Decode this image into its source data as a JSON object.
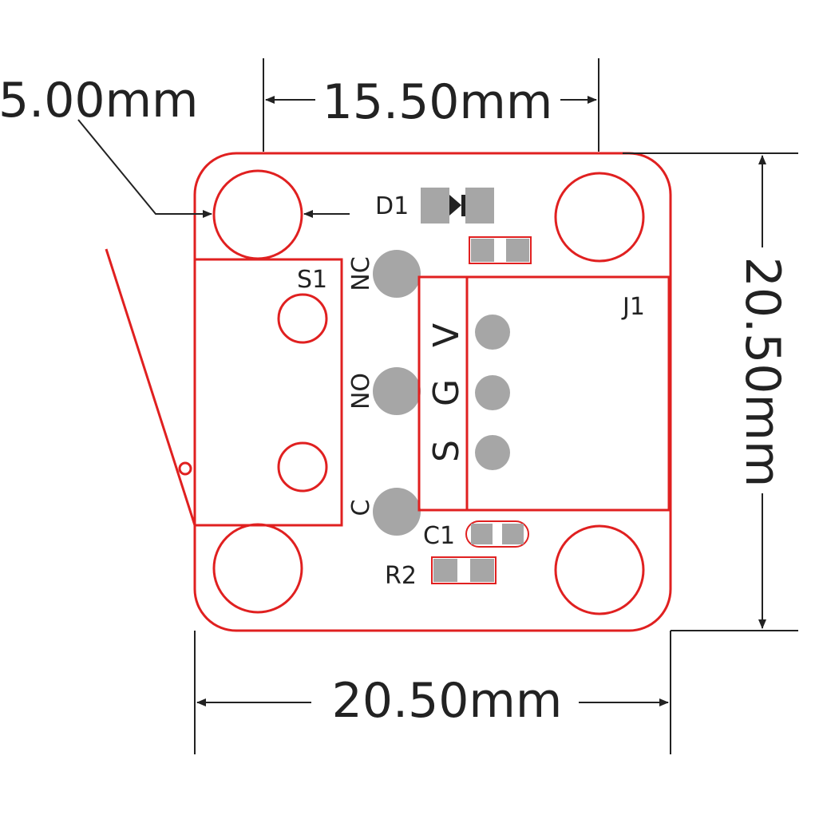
{
  "dimensions": {
    "hole_diameter": "5.00mm",
    "hole_spacing": "15.50mm",
    "board_height": "20.50mm",
    "board_width": "20.50mm"
  },
  "components": {
    "d1": "D1",
    "s1": "S1",
    "j1": "J1",
    "c1": "C1",
    "r2": "R2"
  },
  "switch_pins": [
    "NC",
    "NO",
    "C"
  ],
  "connector_pins": [
    "V",
    "G",
    "S"
  ],
  "colors": {
    "outline": "#e02020",
    "pad": "#a6a6a6",
    "dimension": "#222222"
  }
}
